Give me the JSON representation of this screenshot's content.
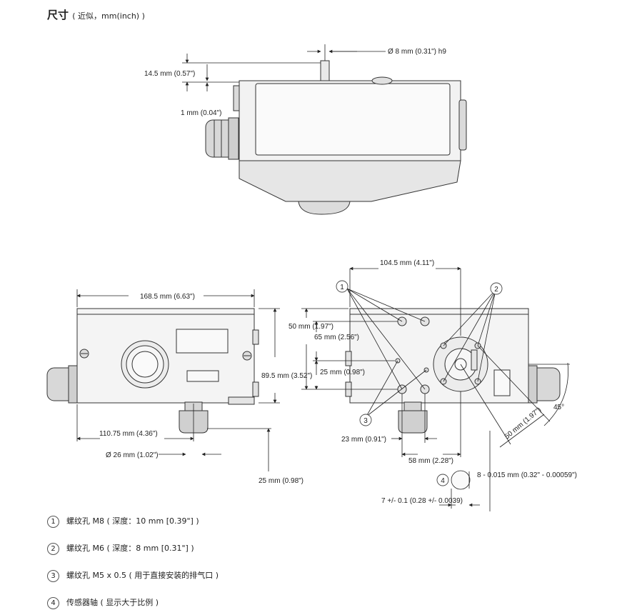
{
  "title": {
    "main": "尺寸",
    "sub": "( 近似，mm(inch) )"
  },
  "top_view": {
    "shaft_dia": "Ø 8 mm (0.31\") h9",
    "shaft_height": "14.5 mm (0.57\")",
    "gap": "1 mm (0.04\")"
  },
  "front_view": {
    "width": "168.5 mm (6.63\")",
    "height": "89.5 mm (3.52\")",
    "offset": "110.75 mm (4.36\")",
    "hole_dia": "Ø 26 mm (1.02\")",
    "depth": "25 mm (0.98\")"
  },
  "side_view": {
    "width": "104.5 mm (4.11\")",
    "d50": "50 mm (1.97\")",
    "d65": "65 mm (2.56\")",
    "d25": "25 mm (0.98\")",
    "d23": "23 mm (0.91\")",
    "d58": "58 mm (2.28\")",
    "diag": "50 mm (1.97\")",
    "angle": "45°",
    "shaft_key": "8 - 0.015 mm (0.32\" - 0.00059\")",
    "shaft_flat": "7 +/- 0.1 (0.28 +/- 0.0039)"
  },
  "callouts": [
    "1",
    "2",
    "3",
    "4"
  ],
  "legend": [
    {
      "num": "1",
      "text": "螺纹孔 M8 ( 深度：10 mm [0.39\"] )"
    },
    {
      "num": "2",
      "text": "螺纹孔 M6 ( 深度：8 mm [0.31\"] )"
    },
    {
      "num": "3",
      "text": "螺纹孔 M5 x 0.5 ( 用于直接安装的排气口 )"
    },
    {
      "num": "4",
      "text": "传感器轴 ( 显示大于比例 )"
    }
  ]
}
